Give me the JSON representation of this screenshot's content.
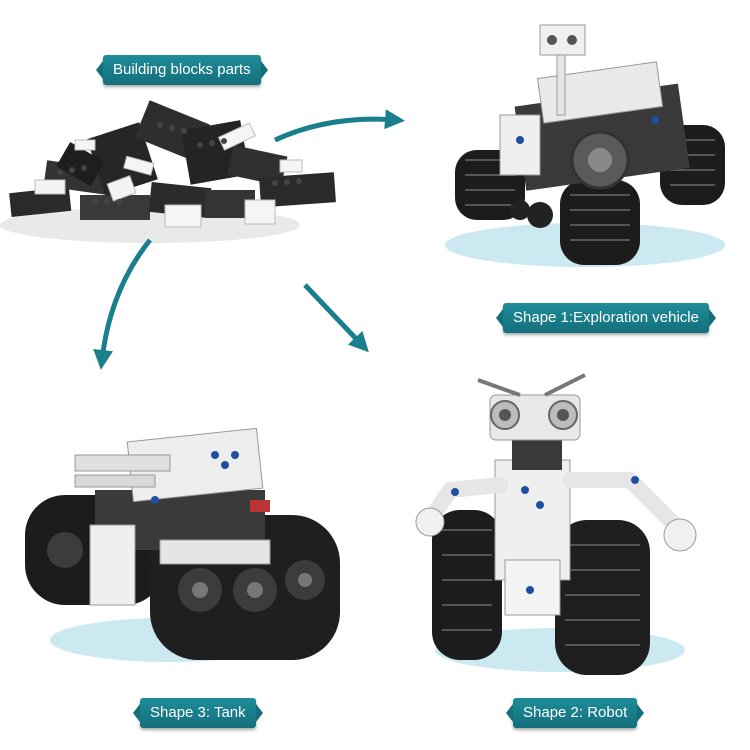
{
  "labels": {
    "parts": "Building blocks parts",
    "shape1": "Shape 1:Exploration vehicle",
    "shape3": "Shape 3: Tank",
    "shape2": "Shape 2: Robot"
  },
  "colors": {
    "accent": "#1a7f8c",
    "track": "#1c1c1c",
    "brick_dark": "#2b2b2b",
    "brick_white": "#f2f2f2",
    "blue_detail": "#1e4fa0",
    "motion_swirl": "#bfe3ee"
  }
}
